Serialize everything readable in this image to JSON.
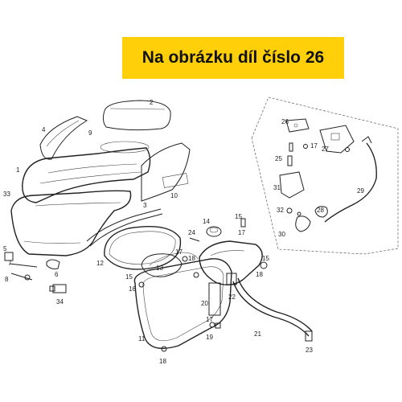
{
  "banner": {
    "text": "Na obrázku díl číslo 26",
    "color": "#ffcf0a"
  },
  "callouts": [
    "1",
    "2",
    "3",
    "4",
    "5",
    "6",
    "7",
    "8",
    "9",
    "10",
    "11",
    "12",
    "13",
    "14",
    "15",
    "15",
    "15",
    "16",
    "17",
    "17",
    "17",
    "17",
    "18",
    "18",
    "18",
    "19",
    "20",
    "21",
    "22",
    "23",
    "24",
    "25",
    "26",
    "27",
    "28",
    "29",
    "30",
    "31",
    "32",
    "33",
    "34"
  ]
}
